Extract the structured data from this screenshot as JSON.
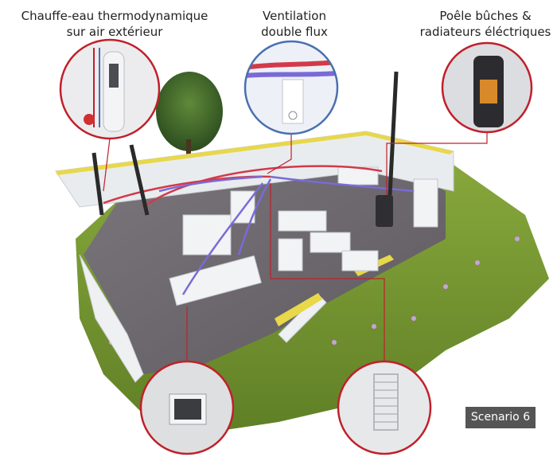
{
  "labels": {
    "water_heater": [
      "Chauffe-eau thermodynamique",
      "sur air extérieur"
    ],
    "ventilation": [
      "Ventilation",
      "double flux"
    ],
    "stove": [
      "Poêle bûches &",
      "radiateurs éléctriques"
    ]
  },
  "badge": "Scenario 6",
  "colors": {
    "callout_ring": "#c0202a",
    "callout_ring_blue": "#4a6fb0",
    "duct_red": "#d23a4a",
    "duct_purple": "#7a6ad8",
    "insulation": "#e8d84a",
    "grass": "#6f8f2e",
    "floor": "#6e6a70",
    "badge_bg": "#555555"
  },
  "icons": [
    "water-heater-icon",
    "ventilation-unit-icon",
    "wood-stove-icon",
    "electric-radiator-icon",
    "towel-radiator-icon",
    "tree-icon"
  ]
}
